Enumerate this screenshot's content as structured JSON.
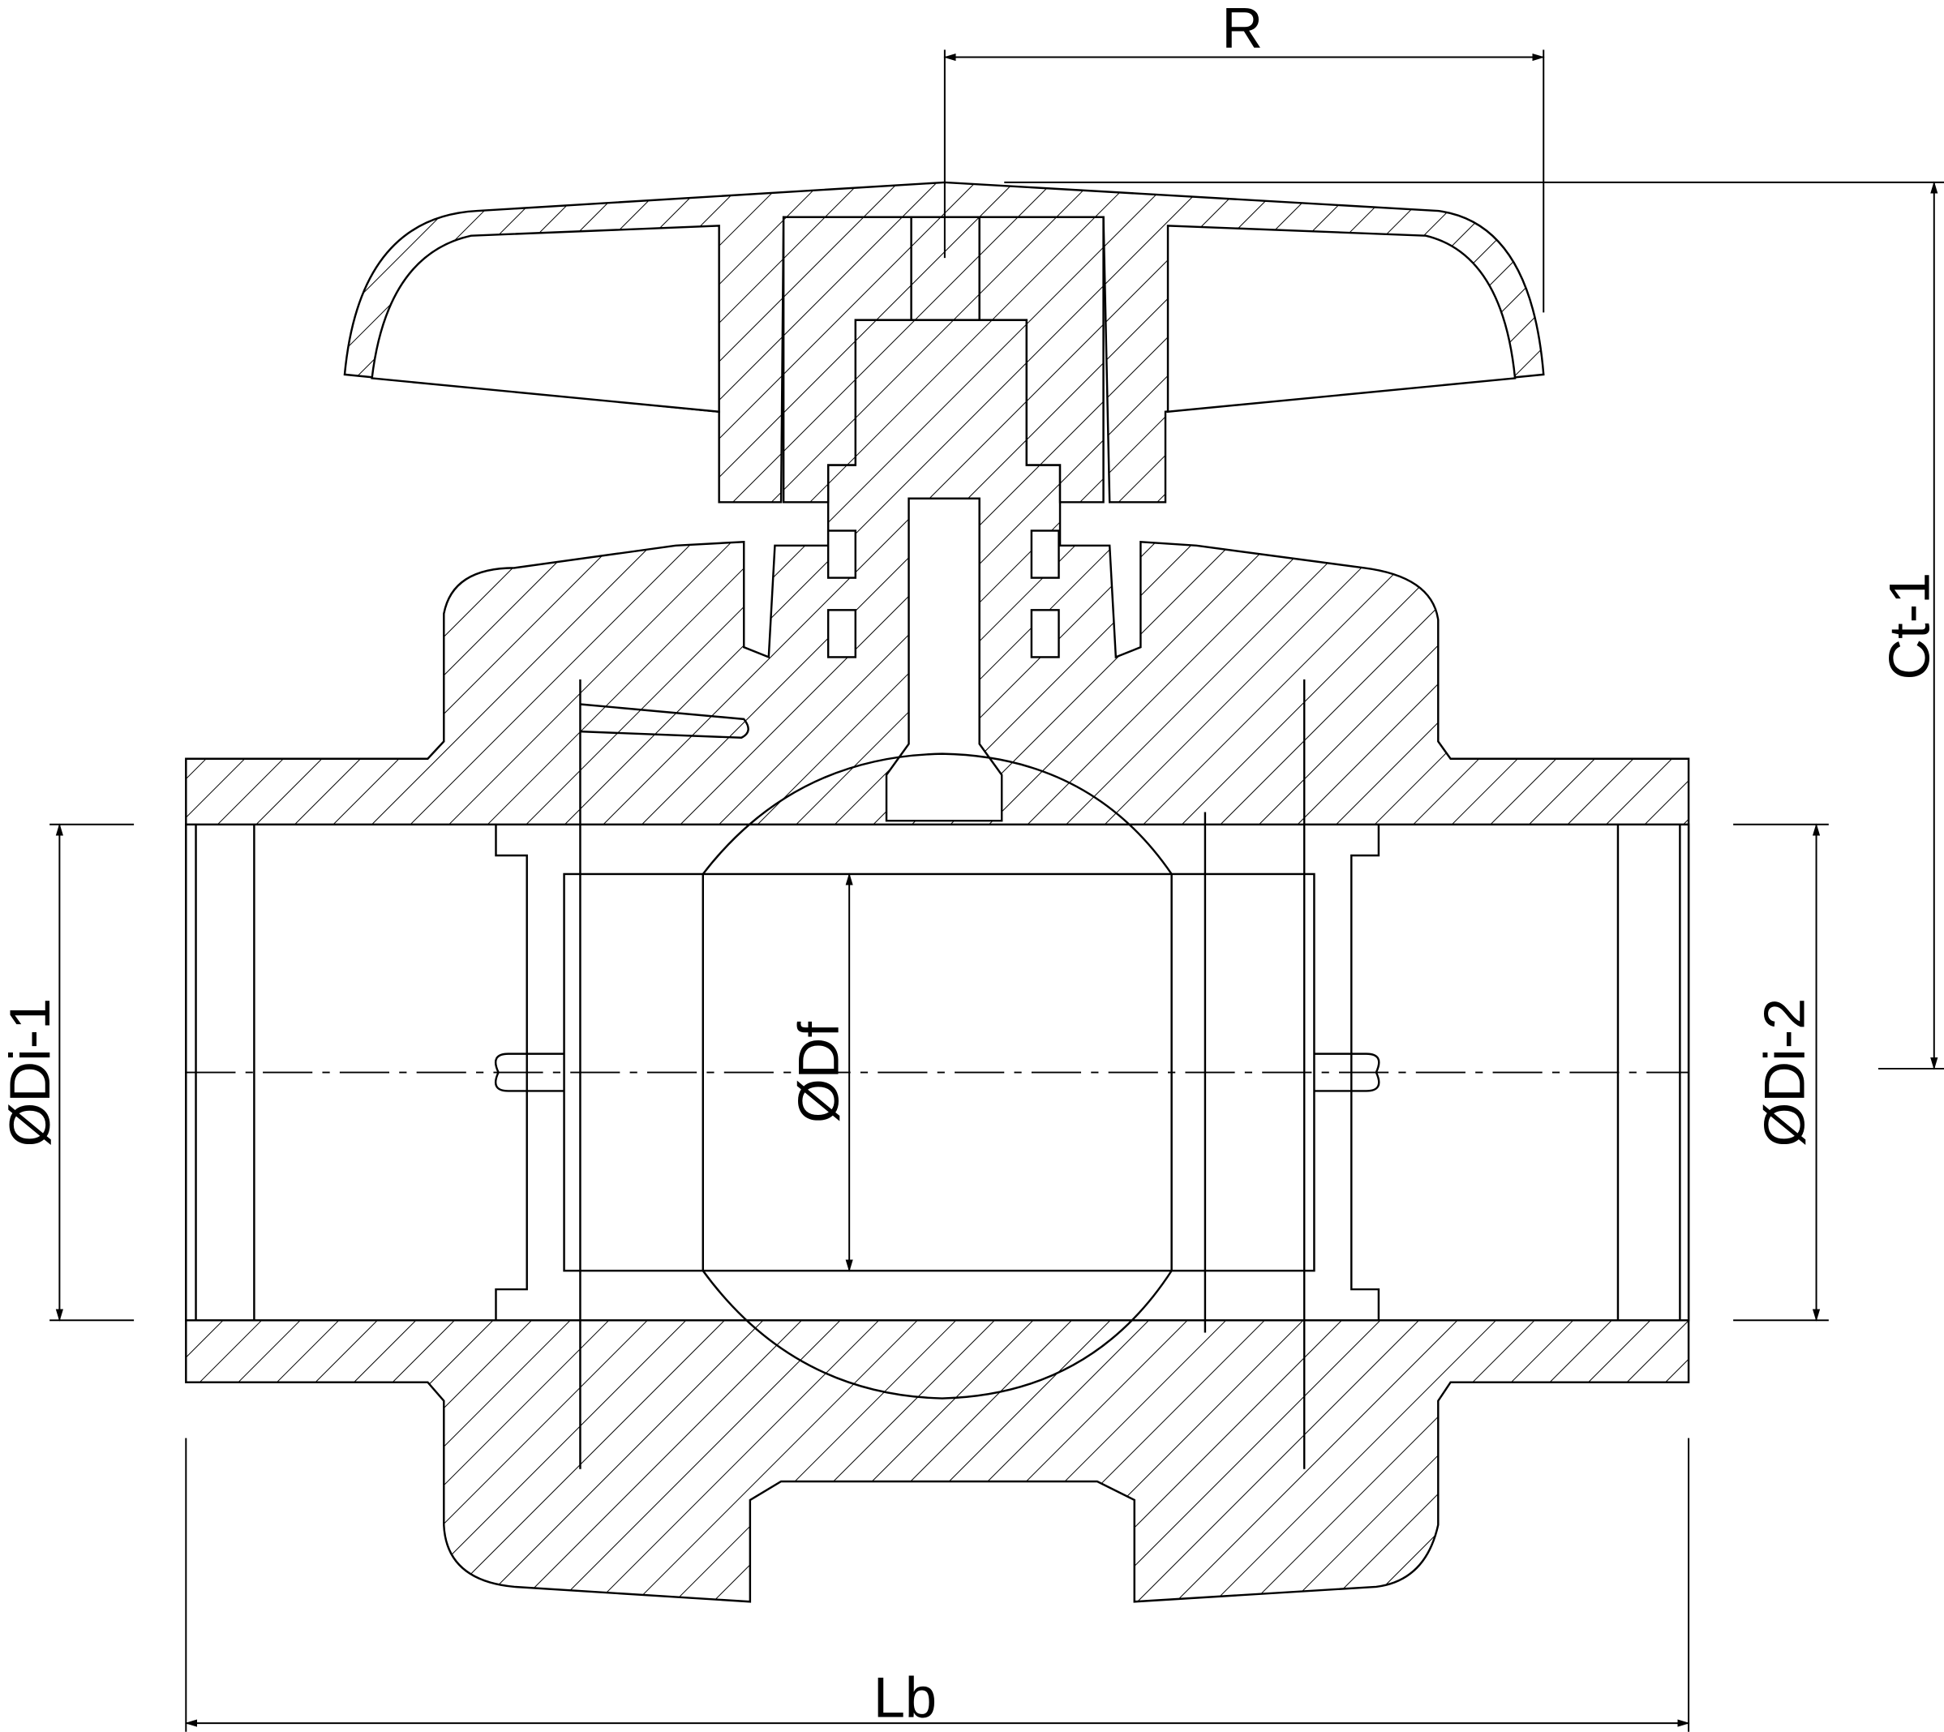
{
  "drawing": {
    "title": "Ball valve cross-section",
    "dimensions": {
      "handle_radius": "R",
      "center_height": "Ct-1",
      "inner_diameter_left": "ØDi-1",
      "inner_diameter_right": "ØDi-2",
      "flow_diameter": "ØDf",
      "body_length": "Lb"
    }
  }
}
